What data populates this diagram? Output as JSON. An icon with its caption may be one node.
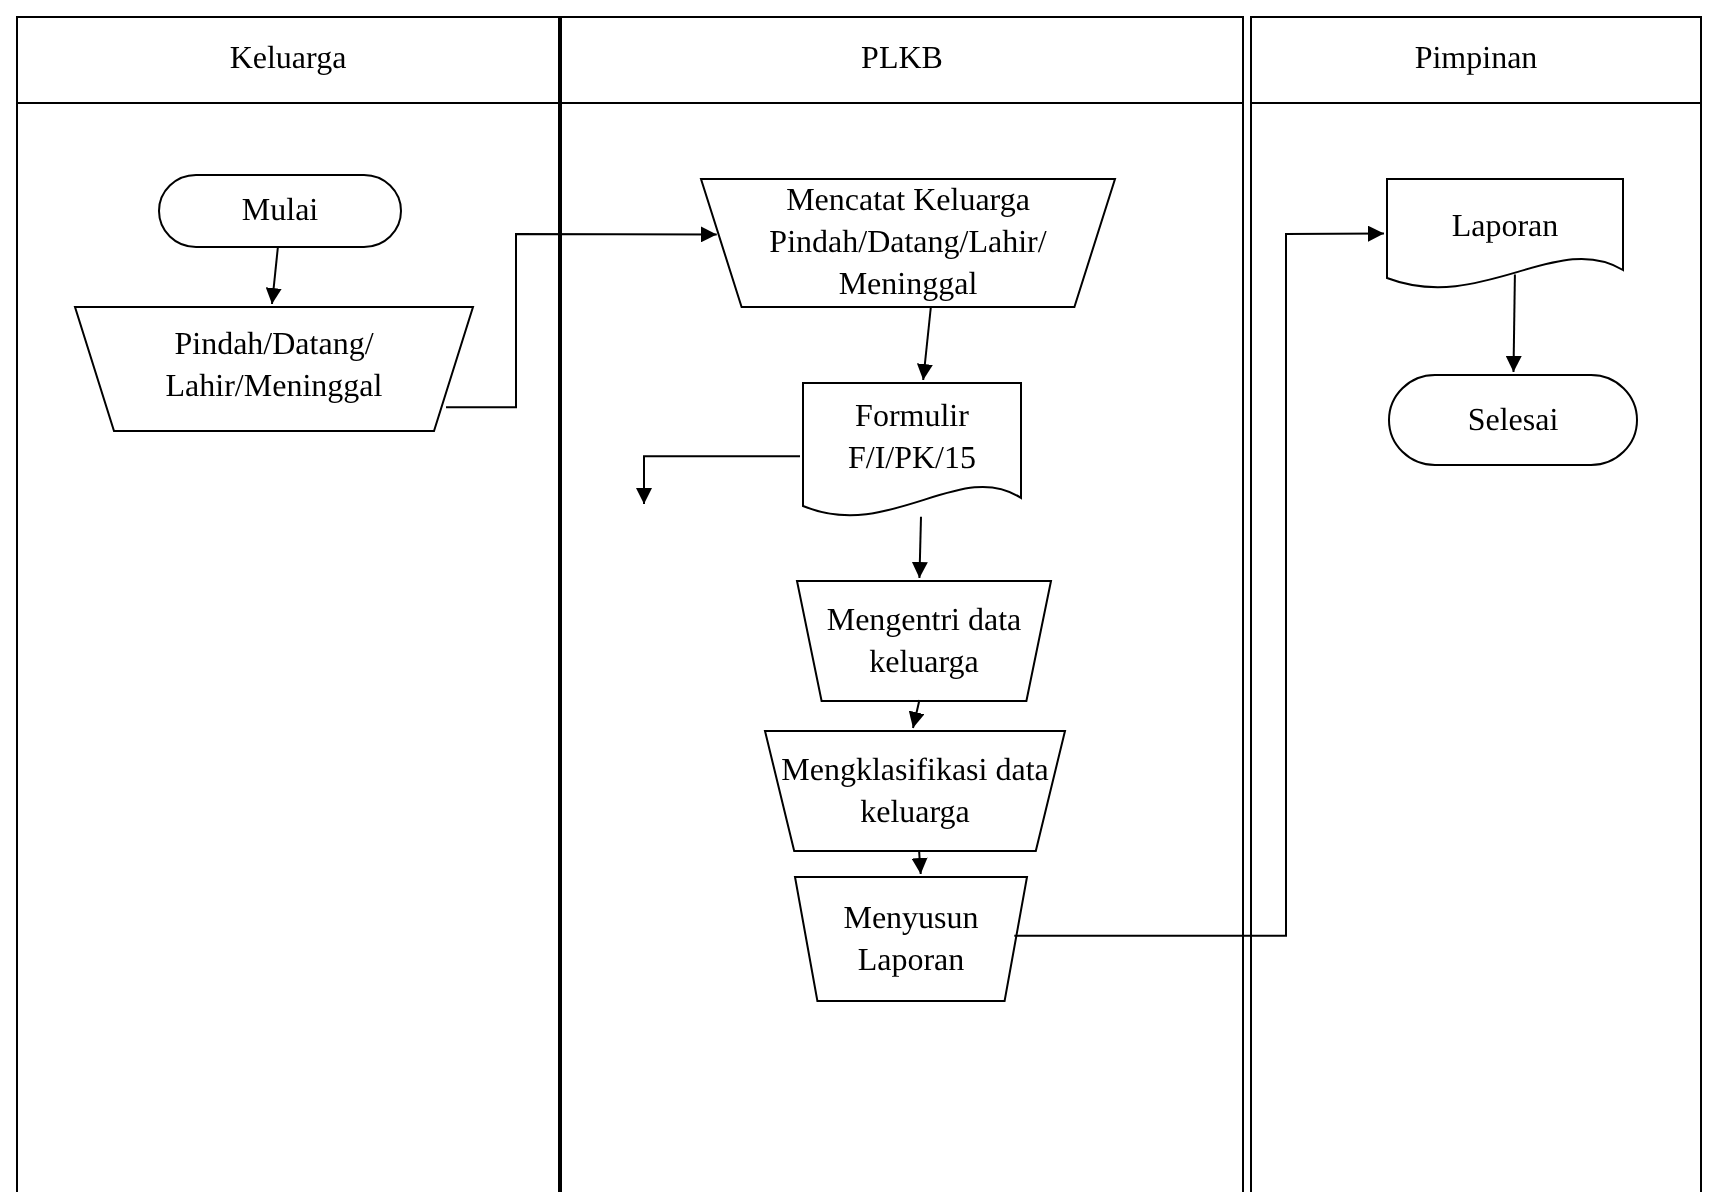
{
  "diagram": {
    "nodes": [
      {
        "text": [
          "Keluarga"
        ]
      },
      {
        "text": [
          "Mulai"
        ],
        "in": 0
      },
      {
        "text": [
          "Pindah/Datang/ Lahir/Meninggal"
        ],
        "in": 0
      },
      {
        "text": [
          "PLKB"
        ]
      },
      {
        "text": [
          "Mencatat Keluarga Pindah/Datang/Lahir/ Meninggal"
        ],
        "in": 3
      },
      {
        "text": [
          "Formulir F/I/PK/15"
        ],
        "in": 3
      },
      {
        "text": [
          "Mengentri data keluarga"
        ],
        "in": 3
      },
      {
        "text": [
          "Mengklasifikasi data keluarga"
        ],
        "in": 3
      },
      {
        "text": [
          "Menyusun Laporan"
        ],
        "in": 3
      },
      {
        "text": [
          "Pimpinan"
        ]
      },
      {
        "text": [
          "Laporan"
        ],
        "in": 9
      },
      {
        "text": [
          "Selesai"
        ],
        "in": 9
      }
    ],
    "edges": [
      {
        "from": 1,
        "to": 2,
        "arrow": "to"
      },
      {
        "from": 2,
        "to": 4,
        "arrow": "to"
      },
      {
        "from": 4,
        "to": 5,
        "arrow": "to"
      },
      {
        "from": 5,
        "to": null,
        "arrow": "to"
      },
      {
        "from": 5,
        "to": 6,
        "arrow": "to"
      },
      {
        "from": 6,
        "to": 7,
        "arrow": "to"
      },
      {
        "from": 7,
        "to": 8,
        "arrow": "to"
      },
      {
        "from": 8,
        "to": 10,
        "arrow": "to"
      },
      {
        "from": 10,
        "to": 11,
        "arrow": "to"
      }
    ]
  }
}
